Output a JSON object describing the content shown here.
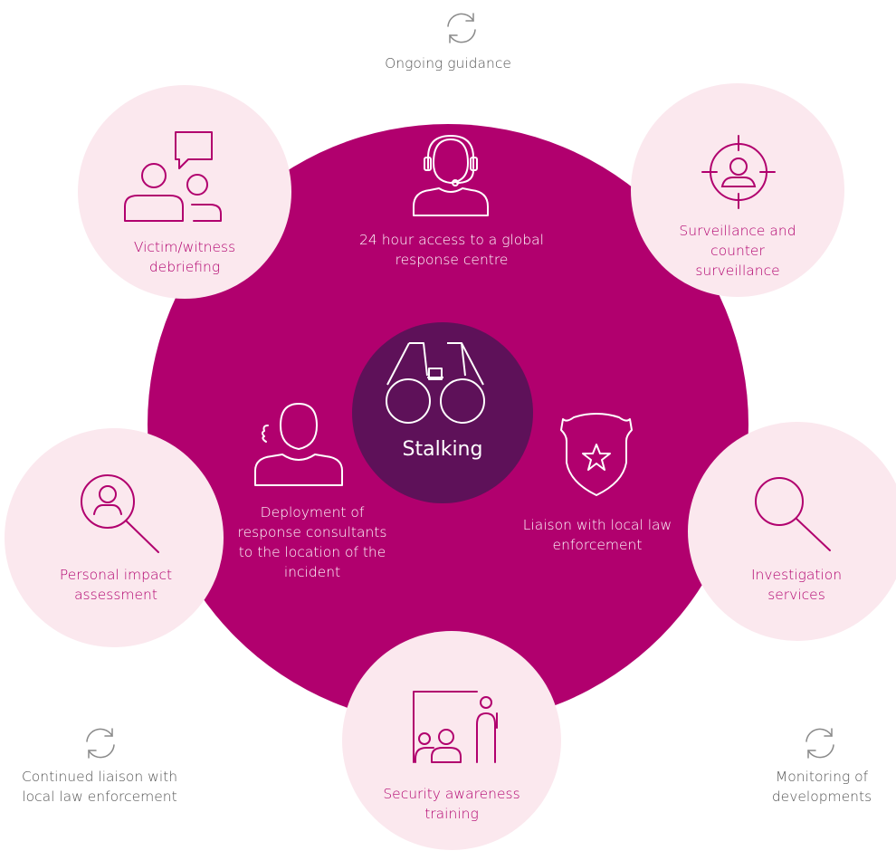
{
  "center": {
    "label": "Stalking"
  },
  "inner_items": [
    {
      "id": "response-centre",
      "label": "24 hour access to a global response centre",
      "icon": "headset-agent-icon"
    },
    {
      "id": "deployment",
      "label": "Deployment of response consultants to the location of the incident",
      "icon": "speaking-person-icon"
    },
    {
      "id": "liaison",
      "label": "Liaison with local law enforcement",
      "icon": "police-badge-icon"
    }
  ],
  "satellites": [
    {
      "id": "debriefing",
      "label": "Victim/witness debriefing",
      "icon": "people-speech-bubble-icon"
    },
    {
      "id": "surveillance",
      "label": "Surveillance and counter surveillance",
      "icon": "crosshair-person-icon"
    },
    {
      "id": "impact",
      "label": "Personal impact assessment",
      "icon": "magnifier-person-icon"
    },
    {
      "id": "investigation",
      "label": "Investigation services",
      "icon": "magnifier-icon"
    },
    {
      "id": "training",
      "label": "Security awareness training",
      "icon": "presentation-audience-icon"
    }
  ],
  "ongoing": [
    {
      "id": "guidance",
      "label": "Ongoing guidance",
      "icon": "refresh-icon"
    },
    {
      "id": "continued-liaison",
      "label": "Continued liaison with local law enforcement",
      "icon": "refresh-icon"
    },
    {
      "id": "monitoring",
      "label": "Monitoring of developments",
      "icon": "refresh-icon"
    }
  ],
  "colors": {
    "main": "#b1006e",
    "center": "#5e1159",
    "satellite": "#fbe8ee",
    "gray_text": "#555555"
  }
}
